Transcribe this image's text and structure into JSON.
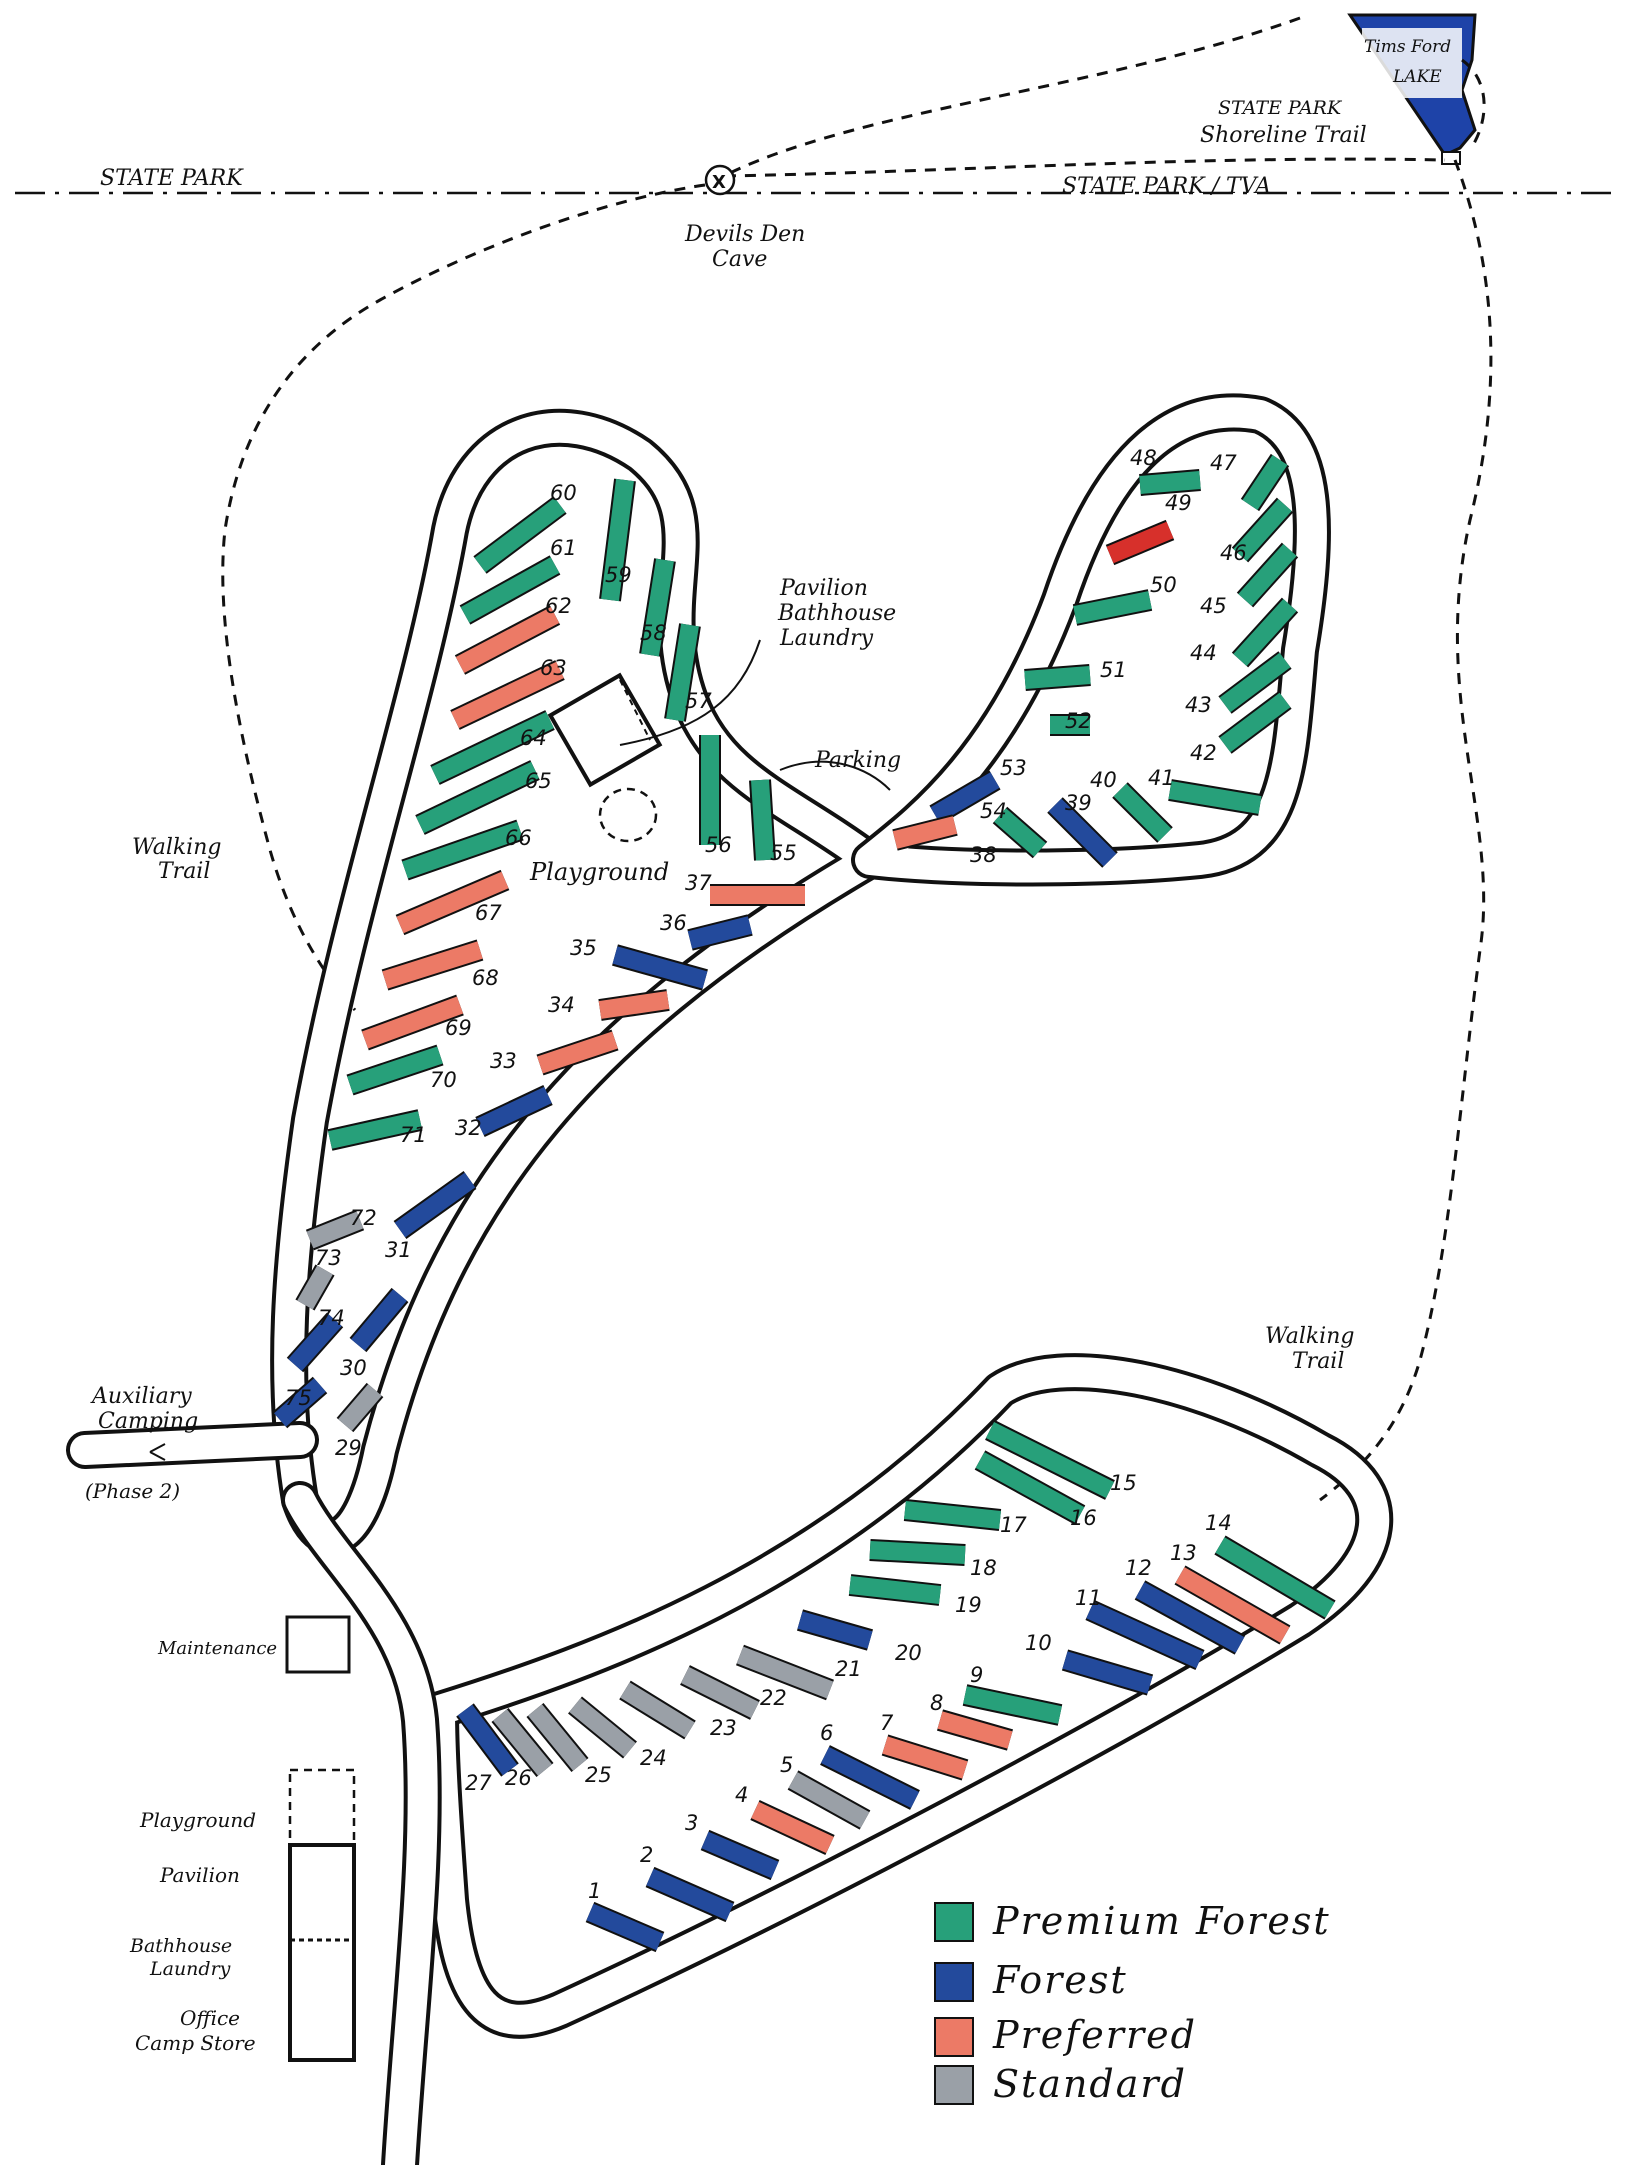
{
  "colors": {
    "premium_forest": "#27a07a",
    "forest": "#234a9c",
    "preferred": "#ec7a66",
    "standard": "#9aa0a7",
    "ink": "#111111",
    "lake": "#1e43a8",
    "highlight_site": "#d7302b"
  },
  "labels": {
    "state_park_left": "STATE PARK",
    "state_park_tva": "STATE PARK / TVA",
    "lake": [
      "Tims Ford",
      "LAKE"
    ],
    "shoreline_trail": [
      "STATE PARK",
      "Shoreline Trail"
    ],
    "cave": [
      "Devils Den",
      "Cave"
    ],
    "cave_symbol": "X",
    "pavilion": [
      "Pavilion",
      "Bathhouse",
      "Laundry"
    ],
    "parking": "Parking",
    "playground": "Playground",
    "walking_trail_left": [
      "Walking",
      "Trail"
    ],
    "walking_trail_right": [
      "Walking",
      "Trail"
    ],
    "auxiliary": [
      "Auxiliary",
      "Camping"
    ],
    "phase2": "(Phase 2)",
    "maintenance": "Maintenance",
    "building_playground": "Playground",
    "building_pavilion": "Pavilion",
    "building_bathhouse": [
      "Bathhouse",
      "Laundry"
    ],
    "building_office": [
      "Office",
      "Camp Store"
    ]
  },
  "legend": [
    {
      "label": "Premium Forest",
      "category": "premium_forest"
    },
    {
      "label": "Forest",
      "category": "forest"
    },
    {
      "label": "Preferred",
      "category": "preferred"
    },
    {
      "label": "Standard",
      "category": "standard"
    }
  ],
  "sites": [
    {
      "num": "1",
      "category": "forest"
    },
    {
      "num": "2",
      "category": "forest"
    },
    {
      "num": "3",
      "category": "forest"
    },
    {
      "num": "4",
      "category": "preferred"
    },
    {
      "num": "5",
      "category": "standard"
    },
    {
      "num": "6",
      "category": "forest"
    },
    {
      "num": "7",
      "category": "preferred"
    },
    {
      "num": "8",
      "category": "preferred"
    },
    {
      "num": "9",
      "category": "premium_forest"
    },
    {
      "num": "10",
      "category": "forest"
    },
    {
      "num": "11",
      "category": "forest"
    },
    {
      "num": "12",
      "category": "forest"
    },
    {
      "num": "13",
      "category": "preferred"
    },
    {
      "num": "14",
      "category": "premium_forest"
    },
    {
      "num": "15",
      "category": "premium_forest"
    },
    {
      "num": "16",
      "category": "premium_forest"
    },
    {
      "num": "17",
      "category": "premium_forest"
    },
    {
      "num": "18",
      "category": "premium_forest"
    },
    {
      "num": "19",
      "category": "premium_forest"
    },
    {
      "num": "20",
      "category": "forest"
    },
    {
      "num": "21",
      "category": "standard"
    },
    {
      "num": "22",
      "category": "standard"
    },
    {
      "num": "23",
      "category": "standard"
    },
    {
      "num": "24",
      "category": "standard"
    },
    {
      "num": "25",
      "category": "standard"
    },
    {
      "num": "26",
      "category": "standard"
    },
    {
      "num": "27",
      "category": "forest"
    },
    {
      "num": "29",
      "category": "standard"
    },
    {
      "num": "30",
      "category": "forest"
    },
    {
      "num": "31",
      "category": "forest"
    },
    {
      "num": "32",
      "category": "forest"
    },
    {
      "num": "33",
      "category": "preferred"
    },
    {
      "num": "34",
      "category": "preferred"
    },
    {
      "num": "35",
      "category": "forest"
    },
    {
      "num": "36",
      "category": "forest"
    },
    {
      "num": "37",
      "category": "preferred"
    },
    {
      "num": "38",
      "category": "premium_forest"
    },
    {
      "num": "39",
      "category": "forest"
    },
    {
      "num": "40",
      "category": "premium_forest"
    },
    {
      "num": "41",
      "category": "premium_forest"
    },
    {
      "num": "42",
      "category": "premium_forest"
    },
    {
      "num": "43",
      "category": "premium_forest"
    },
    {
      "num": "44",
      "category": "premium_forest"
    },
    {
      "num": "45",
      "category": "premium_forest"
    },
    {
      "num": "46",
      "category": "premium_forest"
    },
    {
      "num": "47",
      "category": "premium_forest"
    },
    {
      "num": "48",
      "category": "premium_forest"
    },
    {
      "num": "49",
      "category": "preferred",
      "highlight": true
    },
    {
      "num": "50",
      "category": "premium_forest"
    },
    {
      "num": "51",
      "category": "premium_forest"
    },
    {
      "num": "52",
      "category": "premium_forest"
    },
    {
      "num": "53",
      "category": "forest"
    },
    {
      "num": "54",
      "category": "preferred"
    },
    {
      "num": "55",
      "category": "premium_forest"
    },
    {
      "num": "56",
      "category": "premium_forest"
    },
    {
      "num": "57",
      "category": "premium_forest"
    },
    {
      "num": "58",
      "category": "premium_forest"
    },
    {
      "num": "59",
      "category": "premium_forest"
    },
    {
      "num": "60",
      "category": "premium_forest"
    },
    {
      "num": "61",
      "category": "premium_forest"
    },
    {
      "num": "62",
      "category": "preferred"
    },
    {
      "num": "63",
      "category": "preferred"
    },
    {
      "num": "64",
      "category": "premium_forest"
    },
    {
      "num": "65",
      "category": "premium_forest"
    },
    {
      "num": "66",
      "category": "premium_forest"
    },
    {
      "num": "67",
      "category": "preferred"
    },
    {
      "num": "68",
      "category": "preferred"
    },
    {
      "num": "69",
      "category": "preferred"
    },
    {
      "num": "70",
      "category": "premium_forest"
    },
    {
      "num": "71",
      "category": "premium_forest"
    },
    {
      "num": "72",
      "category": "standard"
    },
    {
      "num": "73",
      "category": "standard"
    },
    {
      "num": "74",
      "category": "forest"
    },
    {
      "num": "75",
      "category": "forest"
    }
  ]
}
